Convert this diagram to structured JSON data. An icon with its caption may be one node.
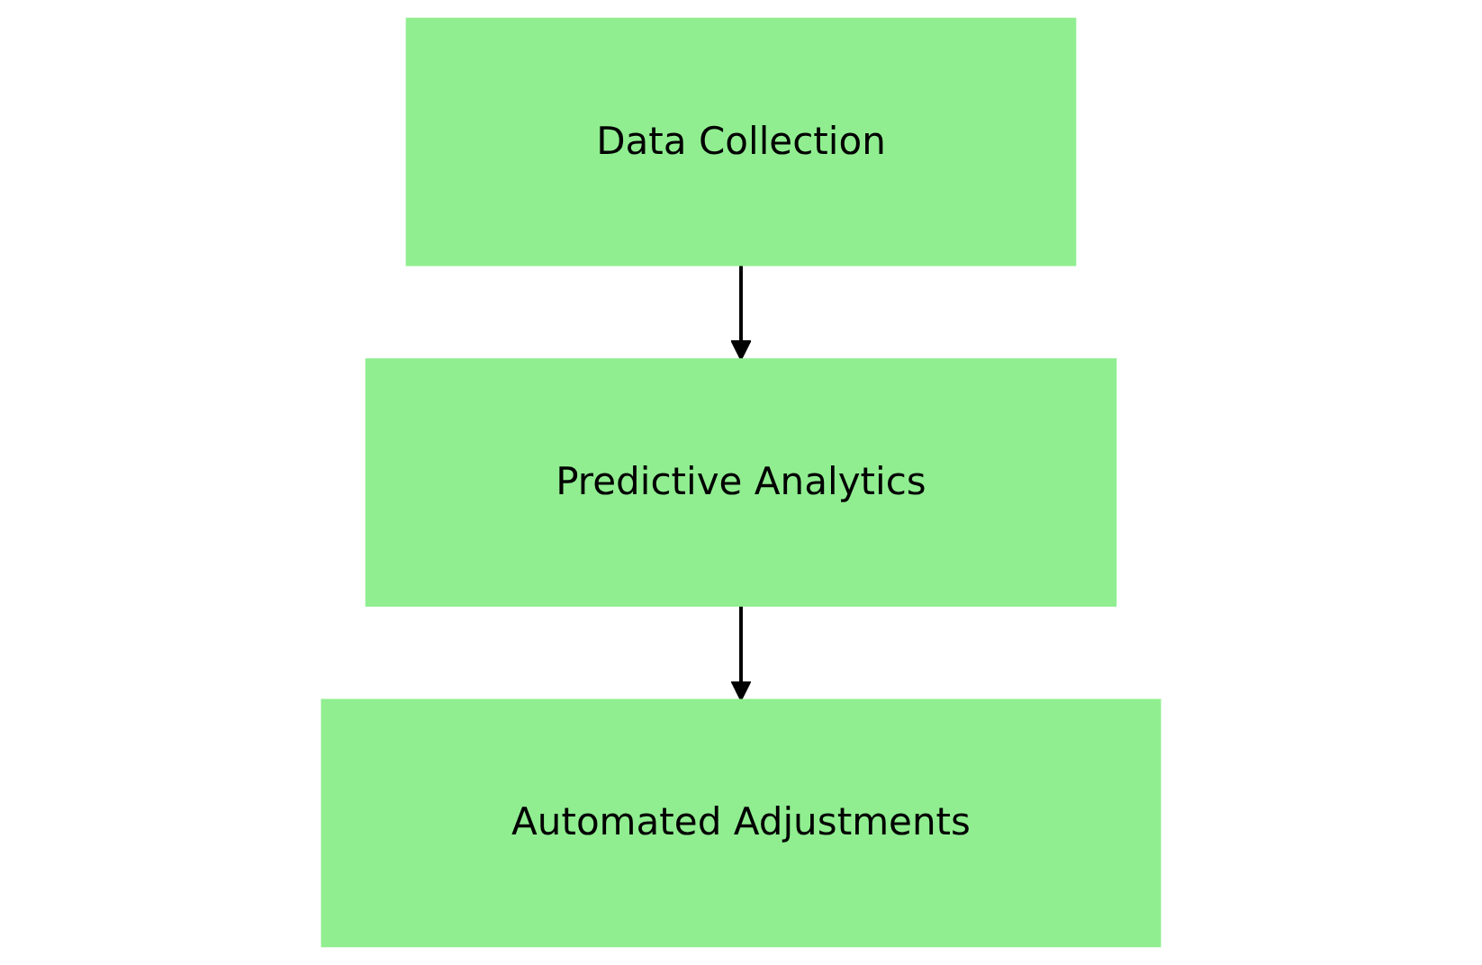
{
  "diagram": {
    "nodes": [
      {
        "text": [
          "Data Collection"
        ]
      },
      {
        "text": [
          "Predictive Analytics"
        ]
      },
      {
        "text": [
          "Automated Adjustments"
        ]
      }
    ],
    "edges": [
      {
        "from": 0,
        "to": 1,
        "arrow": "to"
      },
      {
        "from": 1,
        "to": 2,
        "arrow": "to"
      }
    ]
  }
}
